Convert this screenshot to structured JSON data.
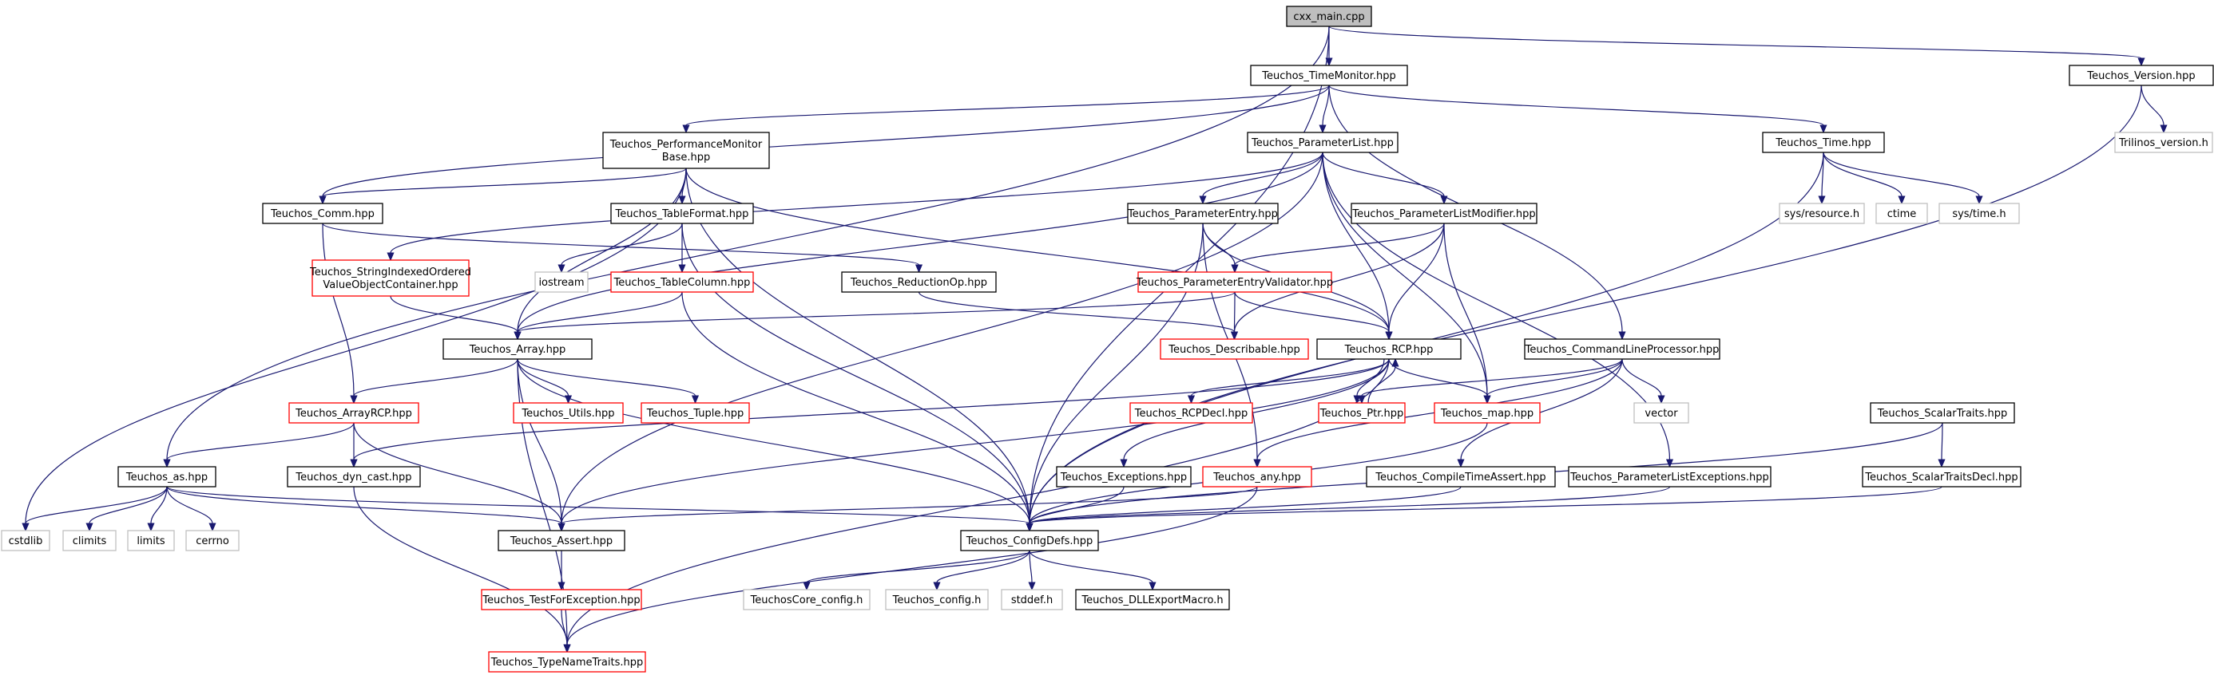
{
  "root": "cxx_main.cpp",
  "nodes": [
    {
      "id": "n0",
      "label": "cxx_main.cpp",
      "style": "root"
    },
    {
      "id": "n1",
      "label": "Teuchos_TimeMonitor.hpp",
      "style": "normal"
    },
    {
      "id": "n2",
      "label": "Teuchos_Version.hpp",
      "style": "normal"
    },
    {
      "id": "n3",
      "label": "Trilinos_version.h",
      "style": "external"
    },
    {
      "id": "n4",
      "label": [
        "Teuchos_PerformanceMonitor",
        "Base.hpp"
      ],
      "style": "normal"
    },
    {
      "id": "n5",
      "label": "Teuchos_ParameterList.hpp",
      "style": "normal"
    },
    {
      "id": "n6",
      "label": "Teuchos_Time.hpp",
      "style": "normal"
    },
    {
      "id": "n7",
      "label": "sys/resource.h",
      "style": "external"
    },
    {
      "id": "n8",
      "label": "ctime",
      "style": "external"
    },
    {
      "id": "n9",
      "label": "sys/time.h",
      "style": "external"
    },
    {
      "id": "n10",
      "label": "Teuchos_Comm.hpp",
      "style": "normal"
    },
    {
      "id": "n11",
      "label": "Teuchos_TableFormat.hpp",
      "style": "normal"
    },
    {
      "id": "n12",
      "label": "Teuchos_ParameterEntry.hpp",
      "style": "normal"
    },
    {
      "id": "n13",
      "label": "Teuchos_ParameterListModifier.hpp",
      "style": "normal"
    },
    {
      "id": "n14",
      "label": [
        "Teuchos_StringIndexedOrdered",
        "ValueObjectContainer.hpp"
      ],
      "style": "missing"
    },
    {
      "id": "n15",
      "label": "iostream",
      "style": "external"
    },
    {
      "id": "n16",
      "label": "Teuchos_TableColumn.hpp",
      "style": "missing"
    },
    {
      "id": "n17",
      "label": "Teuchos_ReductionOp.hpp",
      "style": "normal"
    },
    {
      "id": "n18",
      "label": "Teuchos_ParameterEntryValidator.hpp",
      "style": "missing"
    },
    {
      "id": "n19",
      "label": "Teuchos_Describable.hpp",
      "style": "missing"
    },
    {
      "id": "n20",
      "label": "Teuchos_RCP.hpp",
      "style": "normal"
    },
    {
      "id": "n21",
      "label": "Teuchos_CommandLineProcessor.hpp",
      "style": "normal"
    },
    {
      "id": "n22",
      "label": "Teuchos_Array.hpp",
      "style": "normal"
    },
    {
      "id": "n23",
      "label": "Teuchos_ArrayRCP.hpp",
      "style": "missing"
    },
    {
      "id": "n24",
      "label": "Teuchos_Utils.hpp",
      "style": "missing"
    },
    {
      "id": "n25",
      "label": "Teuchos_Tuple.hpp",
      "style": "missing"
    },
    {
      "id": "n26",
      "label": "Teuchos_RCPDecl.hpp",
      "style": "missing"
    },
    {
      "id": "n27",
      "label": "Teuchos_Ptr.hpp",
      "style": "missing"
    },
    {
      "id": "n28",
      "label": "Teuchos_map.hpp",
      "style": "missing"
    },
    {
      "id": "n29",
      "label": "vector",
      "style": "external"
    },
    {
      "id": "n30",
      "label": "Teuchos_ScalarTraits.hpp",
      "style": "normal"
    },
    {
      "id": "n31",
      "label": "Teuchos_as.hpp",
      "style": "normal"
    },
    {
      "id": "n32",
      "label": "Teuchos_dyn_cast.hpp",
      "style": "normal"
    },
    {
      "id": "n33",
      "label": "Teuchos_Exceptions.hpp",
      "style": "normal"
    },
    {
      "id": "n34",
      "label": "Teuchos_any.hpp",
      "style": "missing"
    },
    {
      "id": "n35",
      "label": "Teuchos_CompileTimeAssert.hpp",
      "style": "normal"
    },
    {
      "id": "n36",
      "label": "Teuchos_ParameterListExceptions.hpp",
      "style": "normal"
    },
    {
      "id": "n37",
      "label": "Teuchos_ScalarTraitsDecl.hpp",
      "style": "normal"
    },
    {
      "id": "n38",
      "label": "cstdlib",
      "style": "external"
    },
    {
      "id": "n39",
      "label": "climits",
      "style": "external"
    },
    {
      "id": "n40",
      "label": "limits",
      "style": "external"
    },
    {
      "id": "n41",
      "label": "cerrno",
      "style": "external"
    },
    {
      "id": "n42",
      "label": "Teuchos_Assert.hpp",
      "style": "normal"
    },
    {
      "id": "n43",
      "label": "Teuchos_ConfigDefs.hpp",
      "style": "normal"
    },
    {
      "id": "n44",
      "label": "Teuchos_TestForException.hpp",
      "style": "missing"
    },
    {
      "id": "n45",
      "label": "TeuchosCore_config.h",
      "style": "external"
    },
    {
      "id": "n46",
      "label": "Teuchos_config.h",
      "style": "external"
    },
    {
      "id": "n47",
      "label": "stddef.h",
      "style": "external"
    },
    {
      "id": "n48",
      "label": "Teuchos_DLLExportMacro.h",
      "style": "normal"
    },
    {
      "id": "n49",
      "label": "Teuchos_TypeNameTraits.hpp",
      "style": "missing"
    }
  ],
  "edges": [
    [
      "n0",
      "n1"
    ],
    [
      "n0",
      "n2"
    ],
    [
      "n0",
      "n31"
    ],
    [
      "n0",
      "n43"
    ],
    [
      "n1",
      "n4"
    ],
    [
      "n1",
      "n5"
    ],
    [
      "n1",
      "n6"
    ],
    [
      "n1",
      "n10"
    ],
    [
      "n1",
      "n21"
    ],
    [
      "n2",
      "n3"
    ],
    [
      "n2",
      "n43"
    ],
    [
      "n4",
      "n10"
    ],
    [
      "n4",
      "n11"
    ],
    [
      "n4",
      "n20"
    ],
    [
      "n4",
      "n22"
    ],
    [
      "n4",
      "n38"
    ],
    [
      "n4",
      "n43"
    ],
    [
      "n5",
      "n12"
    ],
    [
      "n5",
      "n13"
    ],
    [
      "n5",
      "n14"
    ],
    [
      "n5",
      "n20"
    ],
    [
      "n5",
      "n22"
    ],
    [
      "n5",
      "n28"
    ],
    [
      "n5",
      "n36"
    ],
    [
      "n5",
      "n42"
    ],
    [
      "n6",
      "n7"
    ],
    [
      "n6",
      "n8"
    ],
    [
      "n6",
      "n9"
    ],
    [
      "n6",
      "n43"
    ],
    [
      "n10",
      "n17"
    ],
    [
      "n10",
      "n23"
    ],
    [
      "n11",
      "n15"
    ],
    [
      "n11",
      "n16"
    ],
    [
      "n11",
      "n43"
    ],
    [
      "n12",
      "n18"
    ],
    [
      "n12",
      "n20"
    ],
    [
      "n12",
      "n34"
    ],
    [
      "n12",
      "n43"
    ],
    [
      "n13",
      "n18"
    ],
    [
      "n13",
      "n19"
    ],
    [
      "n13",
      "n20"
    ],
    [
      "n13",
      "n28"
    ],
    [
      "n14",
      "n22"
    ],
    [
      "n16",
      "n22"
    ],
    [
      "n16",
      "n43"
    ],
    [
      "n17",
      "n19"
    ],
    [
      "n18",
      "n19"
    ],
    [
      "n18",
      "n20"
    ],
    [
      "n18",
      "n22"
    ],
    [
      "n20",
      "n26"
    ],
    [
      "n20",
      "n27"
    ],
    [
      "n20",
      "n28"
    ],
    [
      "n20",
      "n32"
    ],
    [
      "n20",
      "n33"
    ],
    [
      "n20",
      "n42"
    ],
    [
      "n20",
      "n49"
    ],
    [
      "n21",
      "n27"
    ],
    [
      "n21",
      "n28"
    ],
    [
      "n21",
      "n29"
    ],
    [
      "n21",
      "n34"
    ],
    [
      "n21",
      "n35"
    ],
    [
      "n22",
      "n23"
    ],
    [
      "n22",
      "n24"
    ],
    [
      "n22",
      "n25"
    ],
    [
      "n22",
      "n42"
    ],
    [
      "n22",
      "n43"
    ],
    [
      "n22",
      "n49"
    ],
    [
      "n23",
      "n31"
    ],
    [
      "n23",
      "n32"
    ],
    [
      "n23",
      "n42"
    ],
    [
      "n27",
      "n20"
    ],
    [
      "n28",
      "n43"
    ],
    [
      "n30",
      "n37"
    ],
    [
      "n30",
      "n43"
    ],
    [
      "n31",
      "n38"
    ],
    [
      "n31",
      "n39"
    ],
    [
      "n31",
      "n40"
    ],
    [
      "n31",
      "n41"
    ],
    [
      "n31",
      "n42"
    ],
    [
      "n31",
      "n43"
    ],
    [
      "n32",
      "n49"
    ],
    [
      "n33",
      "n43"
    ],
    [
      "n34",
      "n42"
    ],
    [
      "n34",
      "n49"
    ],
    [
      "n35",
      "n43"
    ],
    [
      "n36",
      "n43"
    ],
    [
      "n37",
      "n43"
    ],
    [
      "n42",
      "n44"
    ],
    [
      "n43",
      "n45"
    ],
    [
      "n43",
      "n46"
    ],
    [
      "n43",
      "n47"
    ],
    [
      "n43",
      "n48"
    ],
    [
      "n44",
      "n49"
    ]
  ],
  "colors": {
    "root_fill": "#bfbfbf",
    "normal_border": "#000000",
    "missing_border": "#ff0000",
    "external_border": "#bfbfbf",
    "edge": "#191970"
  }
}
